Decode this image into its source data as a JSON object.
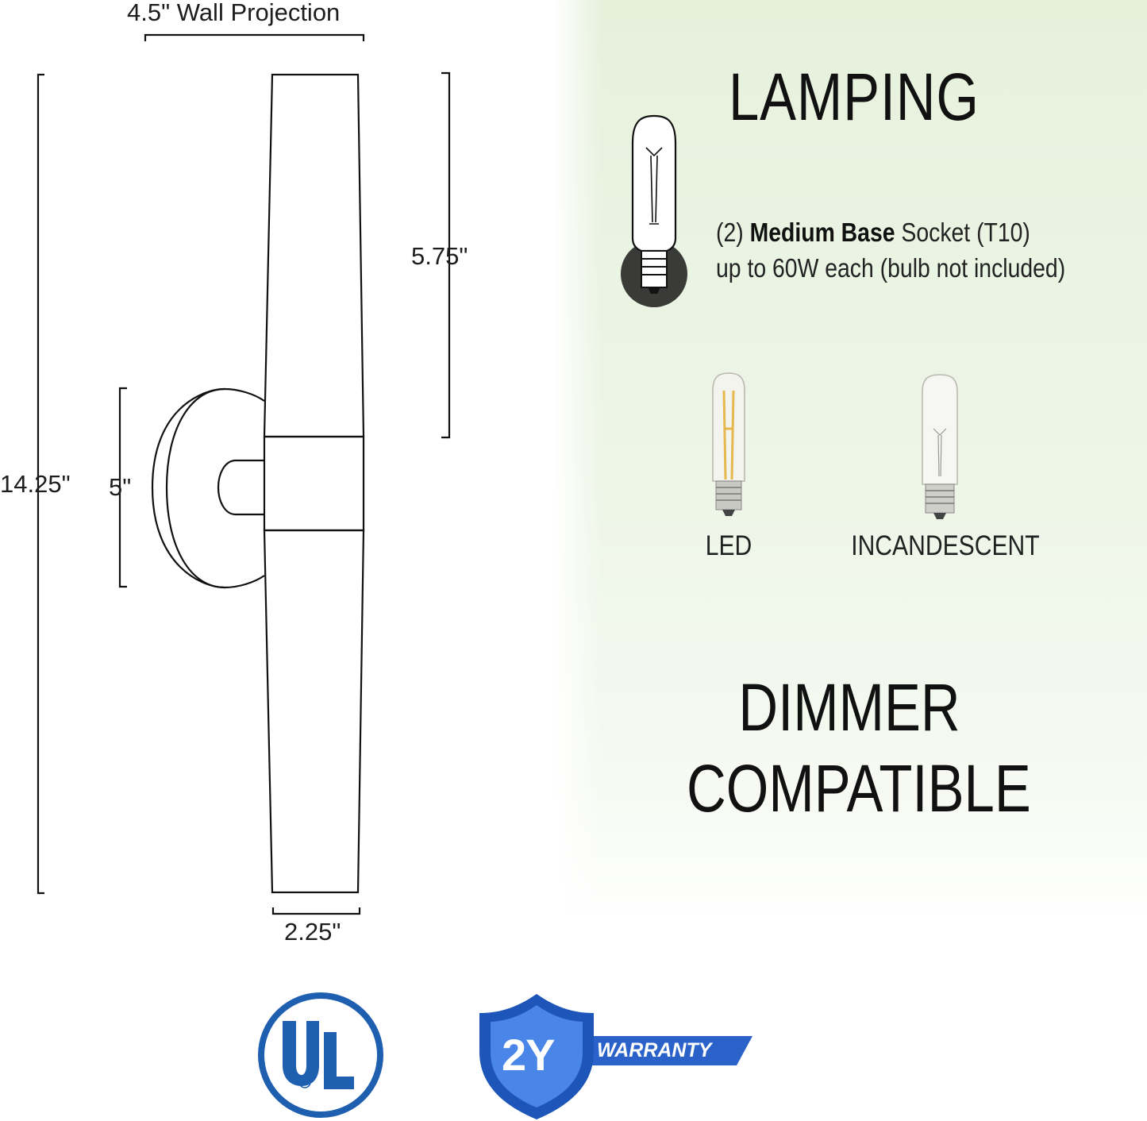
{
  "dimensions": {
    "wall_projection": "4.5\" Wall Projection",
    "total_height": "14.25\"",
    "shade_height": "5.75\"",
    "backplate_height": "5\"",
    "width": "2.25\""
  },
  "lamping": {
    "title": "LAMPING",
    "socket_count": "(2)",
    "socket_bold": "Medium Base",
    "socket_rest": "Socket (T10)",
    "wattage_line": "up to 60W each (bulb not included)",
    "bulb_types": [
      "LED",
      "INCANDESCENT"
    ]
  },
  "dimmer": {
    "line1": "DIMMER",
    "line2": "COMPATIBLE"
  },
  "badges": {
    "ul_letters": "UL",
    "warranty_years": "2Y",
    "warranty_word": "WARRANTY",
    "ul_color": "#1f5fb0",
    "warranty_color": "#2a62c9"
  }
}
